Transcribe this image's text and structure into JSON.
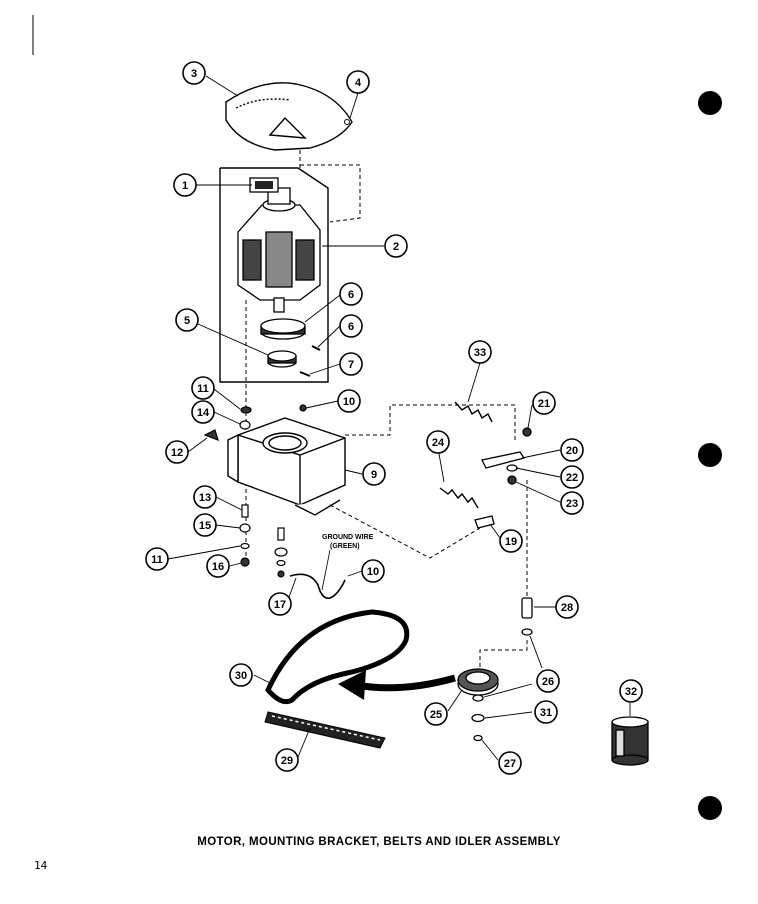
{
  "caption": "MOTOR, MOUNTING BRACKET, BELTS AND IDLER ASSEMBLY",
  "page_number": "14",
  "ground_wire_label": {
    "line1": "GROUND WIRE",
    "line2": "(GREEN)"
  },
  "callouts": {
    "c1": "1",
    "c2": "2",
    "c3": "3",
    "c4": "4",
    "c5": "5",
    "c6a": "6",
    "c6b": "6",
    "c7": "7",
    "c9": "9",
    "c10a": "10",
    "c10b": "10",
    "c11a": "11",
    "c11b": "11",
    "c12": "12",
    "c13": "13",
    "c14": "14",
    "c15": "15",
    "c16": "16",
    "c17": "17",
    "c19": "19",
    "c20": "20",
    "c21": "21",
    "c22": "22",
    "c23": "23",
    "c24": "24",
    "c25": "25",
    "c26": "26",
    "c27": "27",
    "c28": "28",
    "c29": "29",
    "c30": "30",
    "c31": "31",
    "c32": "32",
    "c33": "33"
  },
  "colors": {
    "ink": "#000000",
    "paper": "#ffffff"
  }
}
